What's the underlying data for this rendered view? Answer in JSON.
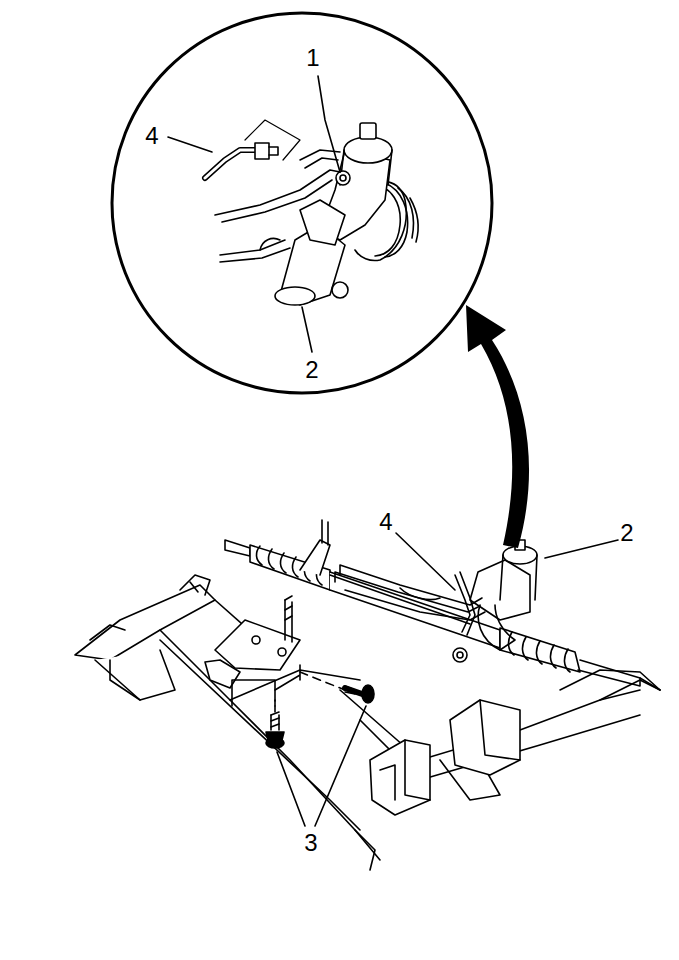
{
  "diagram": {
    "labels": [
      "1",
      "4",
      "2",
      "4",
      "2",
      "3"
    ]
  }
}
